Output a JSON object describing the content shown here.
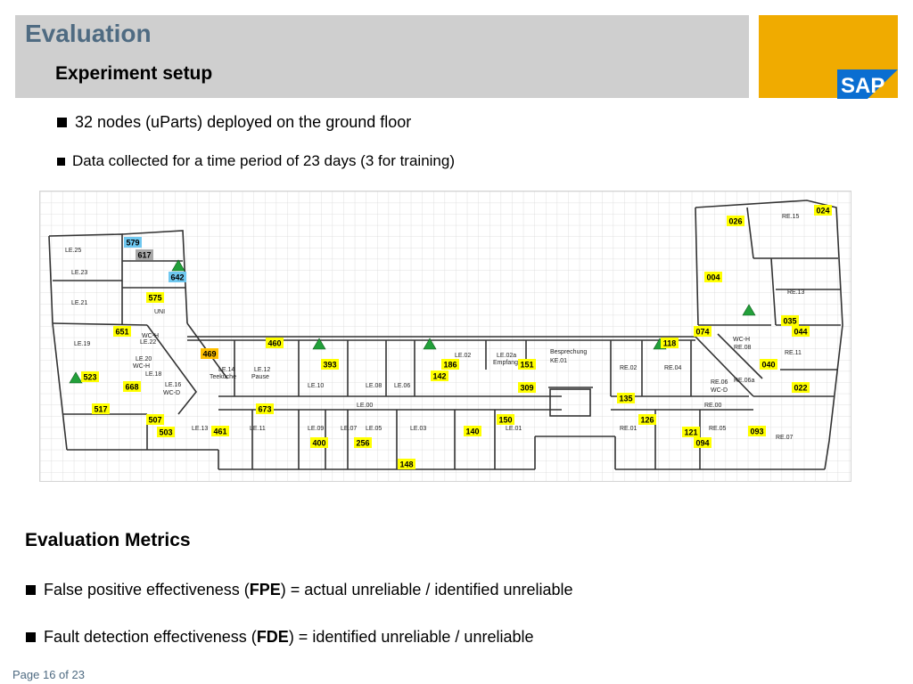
{
  "header": {
    "title": "Evaluation",
    "subtitle": "Experiment setup",
    "logo_text": "SAP",
    "colors": {
      "header_bg": "#cfcfcf",
      "logo_bg": "#f0ab00",
      "title": "#4f6b82"
    }
  },
  "bullets_top": [
    "32 nodes (uParts) deployed on the ground floor",
    "Data collected for a time period of 23 days (3 for training)"
  ],
  "floor_plan": {
    "rooms": [
      {
        "id": "le25",
        "label": "LE.25"
      },
      {
        "id": "le23",
        "label": "LE.23"
      },
      {
        "id": "le21",
        "label": "LE.21"
      },
      {
        "id": "le19",
        "label": "LE.19"
      },
      {
        "id": "le18",
        "label": "LE.18"
      },
      {
        "id": "le16",
        "label": "LE.16"
      },
      {
        "id": "le13",
        "label": "LE.13"
      },
      {
        "id": "le11",
        "label": "LE.11"
      },
      {
        "id": "le14",
        "label": "LE.14"
      },
      {
        "id": "teekueche",
        "label": "Teeküche"
      },
      {
        "id": "le12",
        "label": "LE.12"
      },
      {
        "id": "pause",
        "label": "Pause"
      },
      {
        "id": "le10",
        "label": "LE.10"
      },
      {
        "id": "le08",
        "label": "LE.08"
      },
      {
        "id": "le06",
        "label": "LE.06"
      },
      {
        "id": "le00",
        "label": "LE.00"
      },
      {
        "id": "le09",
        "label": "LE.09"
      },
      {
        "id": "le07",
        "label": "LE.07"
      },
      {
        "id": "le05",
        "label": "LE.05"
      },
      {
        "id": "le03",
        "label": "LE.03"
      },
      {
        "id": "le01",
        "label": "LE.01"
      },
      {
        "id": "le02",
        "label": "LE.02"
      },
      {
        "id": "le02a",
        "label": "LE.02a"
      },
      {
        "id": "empfang",
        "label": "Empfang"
      },
      {
        "id": "le22",
        "label": "LE.22"
      },
      {
        "id": "le20",
        "label": "LE.20"
      },
      {
        "id": "wch1",
        "label": "WC-H"
      },
      {
        "id": "wch2",
        "label": "WC-H"
      },
      {
        "id": "wcd1",
        "label": "WC-D"
      },
      {
        "id": "uni",
        "label": "UNI"
      },
      {
        "id": "besprechung",
        "label": "Besprechung"
      },
      {
        "id": "ke01",
        "label": "KE.01"
      },
      {
        "id": "re02",
        "label": "RE.02"
      },
      {
        "id": "re04",
        "label": "RE.04"
      },
      {
        "id": "re01",
        "label": "RE.01"
      },
      {
        "id": "re05",
        "label": "RE.05"
      },
      {
        "id": "re07",
        "label": "RE.07"
      },
      {
        "id": "re00",
        "label": "RE.00"
      },
      {
        "id": "re06",
        "label": "RE.06"
      },
      {
        "id": "re06a",
        "label": "RE.06a"
      },
      {
        "id": "re08",
        "label": "RE.08"
      },
      {
        "id": "re11",
        "label": "RE.11"
      },
      {
        "id": "re13",
        "label": "RE.13"
      },
      {
        "id": "re15",
        "label": "RE.15"
      },
      {
        "id": "wch3",
        "label": "WC-H"
      },
      {
        "id": "wcd2",
        "label": "WC-D"
      }
    ],
    "nodes": [
      {
        "id": "579",
        "color": "#6fc8f0"
      },
      {
        "id": "617",
        "color": "#a8a8a8"
      },
      {
        "id": "642",
        "color": "#6fc8f0"
      },
      {
        "id": "575",
        "color": "#ffff00"
      },
      {
        "id": "651",
        "color": "#ffff00"
      },
      {
        "id": "523",
        "color": "#ffff00"
      },
      {
        "id": "668",
        "color": "#ffff00"
      },
      {
        "id": "517",
        "color": "#ffff00"
      },
      {
        "id": "507",
        "color": "#ffff00"
      },
      {
        "id": "503",
        "color": "#ffff00"
      },
      {
        "id": "461",
        "color": "#ffff00"
      },
      {
        "id": "469",
        "color": "#ffc000"
      },
      {
        "id": "460",
        "color": "#ffff00"
      },
      {
        "id": "673",
        "color": "#ffff00"
      },
      {
        "id": "393",
        "color": "#ffff00"
      },
      {
        "id": "400",
        "color": "#ffff00"
      },
      {
        "id": "256",
        "color": "#ffff00"
      },
      {
        "id": "148",
        "color": "#ffff00"
      },
      {
        "id": "186",
        "color": "#ffff00"
      },
      {
        "id": "142",
        "color": "#ffff00"
      },
      {
        "id": "140",
        "color": "#ffff00"
      },
      {
        "id": "151",
        "color": "#ffff00"
      },
      {
        "id": "309",
        "color": "#ffff00"
      },
      {
        "id": "150",
        "color": "#ffff00"
      },
      {
        "id": "135",
        "color": "#ffff00"
      },
      {
        "id": "126",
        "color": "#ffff00"
      },
      {
        "id": "118",
        "color": "#ffff00"
      },
      {
        "id": "121",
        "color": "#ffff00"
      },
      {
        "id": "094",
        "color": "#ffff00"
      },
      {
        "id": "093",
        "color": "#ffff00"
      },
      {
        "id": "074",
        "color": "#ffff00"
      },
      {
        "id": "040",
        "color": "#ffff00"
      },
      {
        "id": "022",
        "color": "#ffff00"
      },
      {
        "id": "035",
        "color": "#ffff00"
      },
      {
        "id": "044",
        "color": "#ffff00"
      },
      {
        "id": "004",
        "color": "#ffff00"
      },
      {
        "id": "026",
        "color": "#ffff00"
      },
      {
        "id": "024",
        "color": "#ffff00"
      }
    ],
    "gateways": [
      "gateway-1",
      "gateway-2",
      "gateway-3",
      "gateway-4",
      "gateway-5",
      "gateway-6"
    ]
  },
  "evaluation": {
    "heading": "Evaluation Metrics",
    "fpe": {
      "prefix": "False positive effectiveness (",
      "abbr": "FPE",
      "suffix": ")   =  actual unreliable / identified unreliable"
    },
    "fde": {
      "prefix": "Fault detection effectiveness (",
      "abbr": "FDE",
      "suffix": ")  =  identified unreliable / unreliable"
    }
  },
  "footer": {
    "page": "Page 16 of 23"
  }
}
